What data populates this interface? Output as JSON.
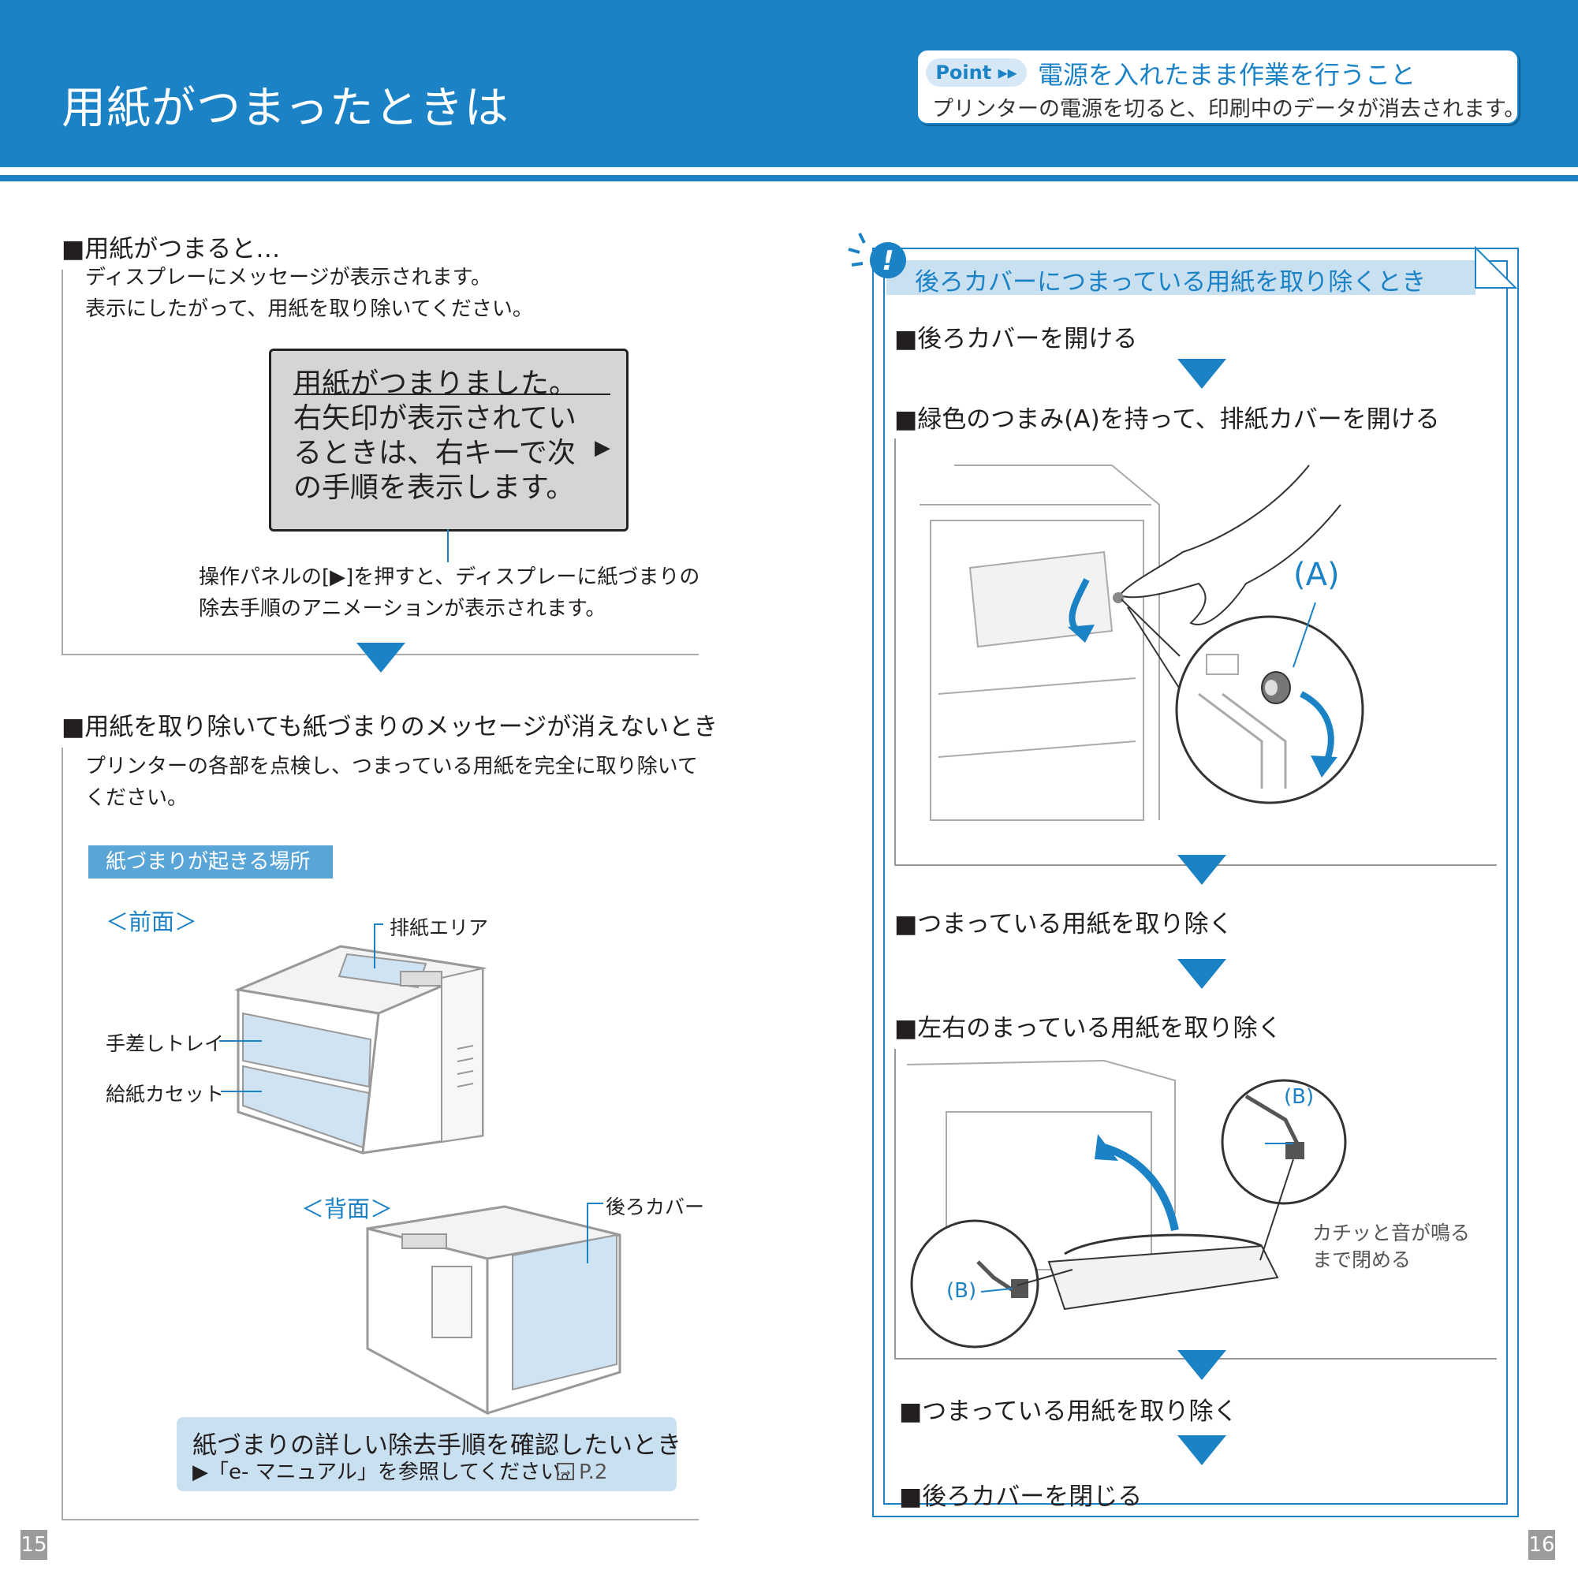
{
  "header": {
    "title": "用紙がつまったときは",
    "point": {
      "tag": "Point ▸▸",
      "title": "電源を入れたまま作業を行うこと",
      "text": "プリンターの電源を切ると、印刷中のデータが消去されます。"
    }
  },
  "left": {
    "section1": {
      "heading": "■用紙がつまると…",
      "lines": [
        "ディスプレーにメッセージが表示されます。",
        "表示にしたがって、用紙を取り除いてください。"
      ],
      "display": {
        "lines": [
          "用紙がつまりました。",
          "右矢印が表示されてい",
          "るときは、右キーで次",
          "の手順を表示します。"
        ],
        "arrow": "▶"
      },
      "caption": [
        "操作パネルの[▶]を押すと、ディスプレーに紙づまりの",
        "除去手順のアニメーションが表示されます。"
      ]
    },
    "section2": {
      "heading": "■用紙を取り除いても紙づまりのメッセージが消えないとき",
      "lines": [
        "プリンターの各部を点検し、つまっている用紙を完全に取り除いて",
        "ください。"
      ],
      "location_label": "紙づまりが起きる場所",
      "front": {
        "label": "＜前面＞",
        "output_area": "排紙エリア",
        "manual_tray": "手差しトレイ",
        "cassette": "給紙カセット"
      },
      "back": {
        "label": "＜背面＞",
        "rear_cover": "後ろカバー"
      },
      "info": {
        "title": "紙づまりの詳しい除去手順を確認したいとき",
        "text": "▶「e- マニュアル」を参照してください。",
        "ref": "P.2"
      }
    }
  },
  "right": {
    "title": "後ろカバーにつまっている用紙を取り除くとき",
    "steps": [
      "■後ろカバーを開ける",
      "■緑色のつまみ(A)を持って、排紙カバーを開ける",
      "■つまっている用紙を取り除く",
      "■左右のまっている用紙を取り除く",
      "■つまっている用紙を取り除く",
      "■後ろカバーを閉じる"
    ],
    "label_a": "(A)",
    "label_b1": "(B)",
    "label_b2": "(B)",
    "click_note": [
      "カチッと音が鳴る",
      "まで閉める"
    ]
  },
  "page_numbers": {
    "left": "15",
    "right": "16"
  },
  "colors": {
    "brand_blue": "#1b82c5",
    "light_blue": "#c9e0f1",
    "label_blue": "#5aa5d8"
  }
}
